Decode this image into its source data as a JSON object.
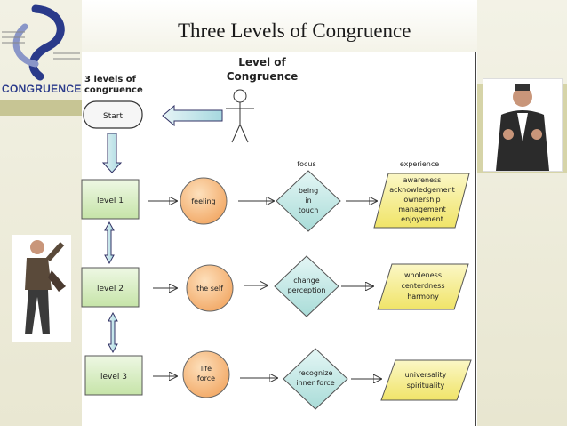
{
  "slide": {
    "title": "Three Levels of Congruence",
    "logo_text": "CONGRUENCE"
  },
  "diagram": {
    "sidebar_title": [
      "3 levels of",
      "congruence"
    ],
    "header_title": [
      "Level of",
      "Congruence"
    ],
    "start_label": "Start",
    "column_labels": {
      "focus": "focus",
      "experience": "experience"
    },
    "levels": [
      {
        "label": "level 1",
        "circle": [
          "feeling"
        ],
        "diamond": [
          "being",
          "in",
          "touch"
        ],
        "experience": [
          "awareness",
          "acknowledgement",
          "ownership",
          "management",
          "enjoyement"
        ]
      },
      {
        "label": "level 2",
        "circle": [
          "the self"
        ],
        "diamond": [
          "change",
          "perception"
        ],
        "experience": [
          "wholeness",
          "centerdness",
          "harmony"
        ]
      },
      {
        "label": "level 3",
        "circle": [
          "life",
          "force"
        ],
        "diamond": [
          "recognize",
          "inner force"
        ],
        "experience": [
          "universality",
          "spirituality"
        ]
      }
    ]
  },
  "colors": {
    "green_box": "#d8efc4",
    "orange_circle": "#f7c28a",
    "teal_diamond": "#bfe6e4",
    "yellow_para": "#f7f09a",
    "red_text": "#c0392b"
  }
}
